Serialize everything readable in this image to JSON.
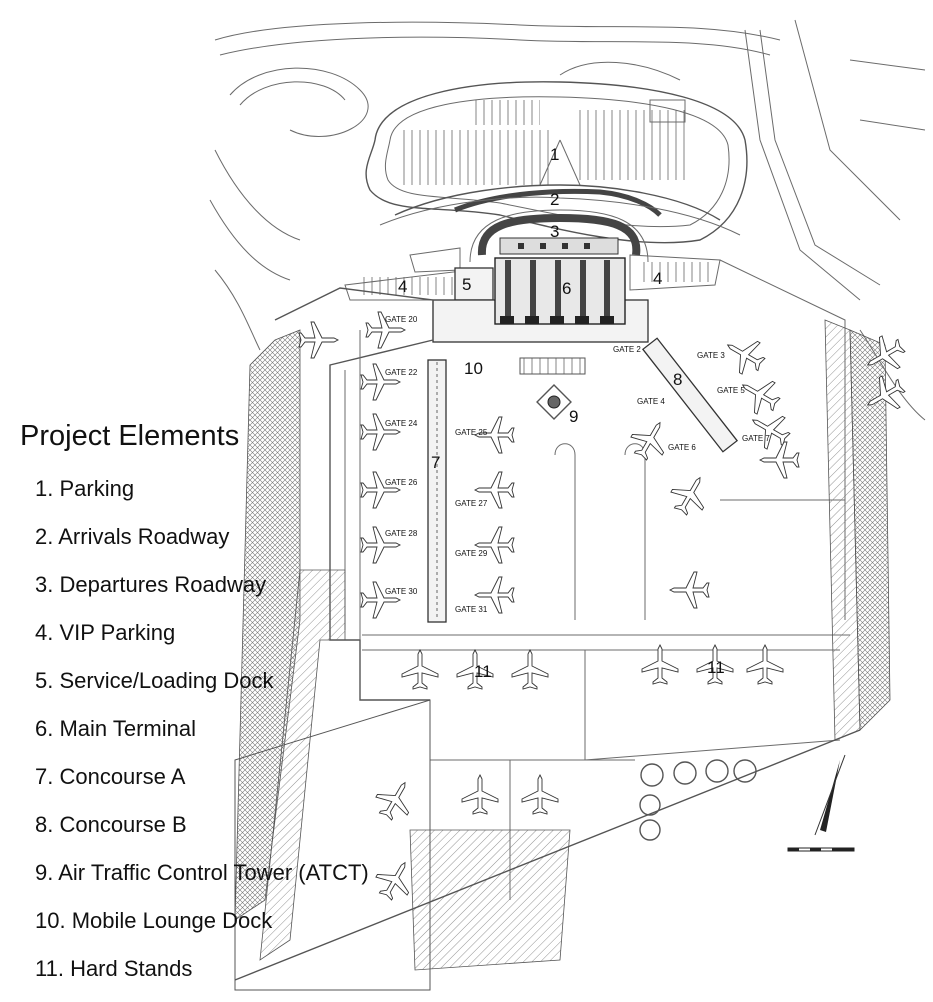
{
  "legend": {
    "title": "Project Elements",
    "items": [
      "1. Parking",
      "2. Arrivals Roadway",
      "3. Departures Roadway",
      "4. VIP Parking",
      "5. Service/Loading Dock",
      "6. Main Terminal",
      "7. Concourse A",
      "8. Concourse B",
      "9. Air Traffic Control Tower (ATCT)",
      "10. Mobile Lounge Dock",
      "11. Hard Stands"
    ]
  },
  "plan_labels": {
    "parking": "1",
    "arrivals_roadway": "2",
    "departures_roadway": "3",
    "vip_parking_west": "4",
    "vip_parking_east": "4",
    "service_dock": "5",
    "main_terminal": "6",
    "concourse_a": "7",
    "concourse_b": "8",
    "atct": "9",
    "mobile_lounge_dock": "10",
    "hard_stands_west": "11",
    "hard_stands_east": "11"
  },
  "gates": {
    "g20": "GATE 20",
    "g22": "GATE 22",
    "g24": "GATE 24",
    "g26": "GATE 26",
    "g28": "GATE 28",
    "g30": "GATE 30",
    "g25": "GATE 25",
    "g27": "GATE 27",
    "g29": "GATE 29",
    "g31": "GATE 31",
    "g2": "GATE 2",
    "g3": "GATE 3",
    "g4": "GATE 4",
    "g5": "GATE 5",
    "g6": "GATE 6",
    "g7": "GATE 7"
  }
}
